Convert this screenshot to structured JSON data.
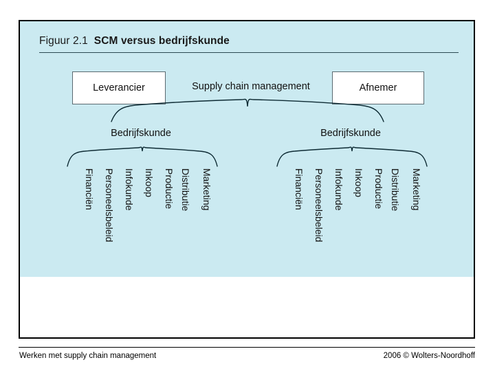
{
  "figure": {
    "number": "Figuur 2.1",
    "title": "SCM versus bedrijfskunde",
    "panel_color": "#cbeaf1",
    "frame_color": "#000000"
  },
  "diagram": {
    "supplier_box": "Leverancier",
    "customer_box": "Afnemer",
    "center_caption": "Supply chain management",
    "branch_label_left": "Bedrijfskunde",
    "branch_label_right": "Bedrijfskunde",
    "disciplines_left": [
      "Financiën",
      "Personeelsbeleid",
      "Infokunde",
      "Inkoop",
      "Productie",
      "Distributie",
      "Marketing"
    ],
    "disciplines_right": [
      "Financiën",
      "Personeelsbeleid",
      "Infokunde",
      "Inkoop",
      "Productie",
      "Distributie",
      "Marketing"
    ]
  },
  "footer": {
    "left": "Werken met supply chain management",
    "right": "2006 © Wolters-Noordhoff"
  }
}
